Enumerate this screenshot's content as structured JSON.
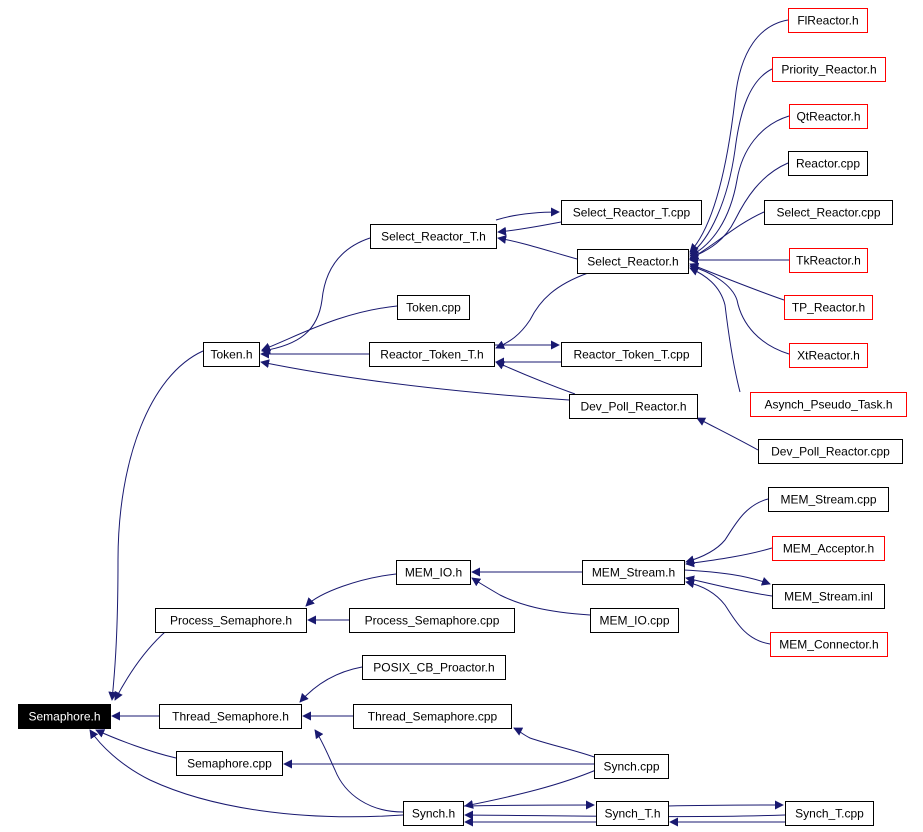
{
  "graph": {
    "colors": {
      "edge": "#191970",
      "arrow": "#191970",
      "root_fill": "#000000",
      "root_text": "#ffffff",
      "node_border": "#000000",
      "external_border": "#ff0000",
      "node_fill": "#ffffff",
      "node_text": "#000000"
    },
    "nodes": [
      {
        "id": "semaphore_h",
        "label": "Semaphore.h"
      },
      {
        "id": "token_h",
        "label": "Token.h"
      },
      {
        "id": "select_reactor_t_h",
        "label": "Select_Reactor_T.h"
      },
      {
        "id": "select_reactor_t_cpp",
        "label": "Select_Reactor_T.cpp"
      },
      {
        "id": "select_reactor_h",
        "label": "Select_Reactor.h"
      },
      {
        "id": "token_cpp",
        "label": "Token.cpp"
      },
      {
        "id": "reactor_token_t_h",
        "label": "Reactor_Token_T.h"
      },
      {
        "id": "reactor_token_t_cpp",
        "label": "Reactor_Token_T.cpp"
      },
      {
        "id": "dev_poll_reactor_h",
        "label": "Dev_Poll_Reactor.h"
      },
      {
        "id": "dev_poll_reactor_cpp",
        "label": "Dev_Poll_Reactor.cpp"
      },
      {
        "id": "flreactor_h",
        "label": "FlReactor.h",
        "external": true
      },
      {
        "id": "priority_reactor_h",
        "label": "Priority_Reactor.h",
        "external": true
      },
      {
        "id": "qtreactor_h",
        "label": "QtReactor.h",
        "external": true
      },
      {
        "id": "reactor_cpp",
        "label": "Reactor.cpp"
      },
      {
        "id": "select_reactor_cpp",
        "label": "Select_Reactor.cpp"
      },
      {
        "id": "tkreactor_h",
        "label": "TkReactor.h",
        "external": true
      },
      {
        "id": "tp_reactor_h",
        "label": "TP_Reactor.h",
        "external": true
      },
      {
        "id": "xtreactor_h",
        "label": "XtReactor.h",
        "external": true
      },
      {
        "id": "asynch_pseudo_task_h",
        "label": "Asynch_Pseudo_Task.h",
        "external": true
      },
      {
        "id": "process_semaphore_h",
        "label": "Process_Semaphore.h"
      },
      {
        "id": "process_semaphore_cpp",
        "label": "Process_Semaphore.cpp"
      },
      {
        "id": "mem_io_h",
        "label": "MEM_IO.h"
      },
      {
        "id": "mem_stream_h",
        "label": "MEM_Stream.h"
      },
      {
        "id": "mem_io_cpp",
        "label": "MEM_IO.cpp"
      },
      {
        "id": "mem_stream_cpp",
        "label": "MEM_Stream.cpp"
      },
      {
        "id": "mem_acceptor_h",
        "label": "MEM_Acceptor.h",
        "external": true
      },
      {
        "id": "mem_stream_inl",
        "label": "MEM_Stream.inl"
      },
      {
        "id": "mem_connector_h",
        "label": "MEM_Connector.h",
        "external": true
      },
      {
        "id": "thread_semaphore_h",
        "label": "Thread_Semaphore.h"
      },
      {
        "id": "posix_cb_proactor_h",
        "label": "POSIX_CB_Proactor.h"
      },
      {
        "id": "thread_semaphore_cpp",
        "label": "Thread_Semaphore.cpp"
      },
      {
        "id": "semaphore_cpp",
        "label": "Semaphore.cpp"
      },
      {
        "id": "synch_cpp",
        "label": "Synch.cpp"
      },
      {
        "id": "synch_h",
        "label": "Synch.h"
      },
      {
        "id": "synch_t_h",
        "label": "Synch_T.h"
      },
      {
        "id": "synch_t_cpp",
        "label": "Synch_T.cpp"
      }
    ]
  }
}
